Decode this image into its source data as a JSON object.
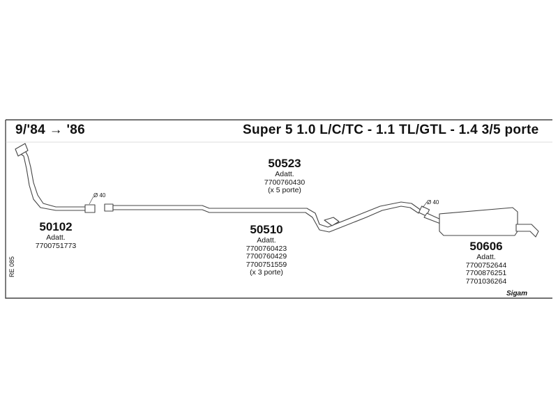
{
  "header": {
    "date_range": "9/'84 → '86",
    "model": "Super 5 1.0 L/C/TC - 1.1 TL/GTL - 1.4 3/5 porte"
  },
  "parts": [
    {
      "code": "50102",
      "label": "Adatt.",
      "refs": [
        "7700751773"
      ]
    },
    {
      "code": "50523",
      "label": "Adatt.",
      "refs": [
        "7700760430"
      ],
      "note": "(x 5 porte)"
    },
    {
      "code": "50510",
      "label": "Adatt.",
      "refs": [
        "7700760423",
        "7700760429",
        "7700751559"
      ],
      "note": "(x 3 porte)"
    },
    {
      "code": "50606",
      "label": "Adatt.",
      "refs": [
        "7700752644",
        "7700876251",
        "7701036264"
      ]
    }
  ],
  "diameters": [
    "Ø 40",
    "Ø 40"
  ],
  "side_ref": "RE 085",
  "brand": "Sigam",
  "colors": {
    "line": "#555555",
    "pipe_fill": "#ffffff",
    "text": "#111111"
  }
}
